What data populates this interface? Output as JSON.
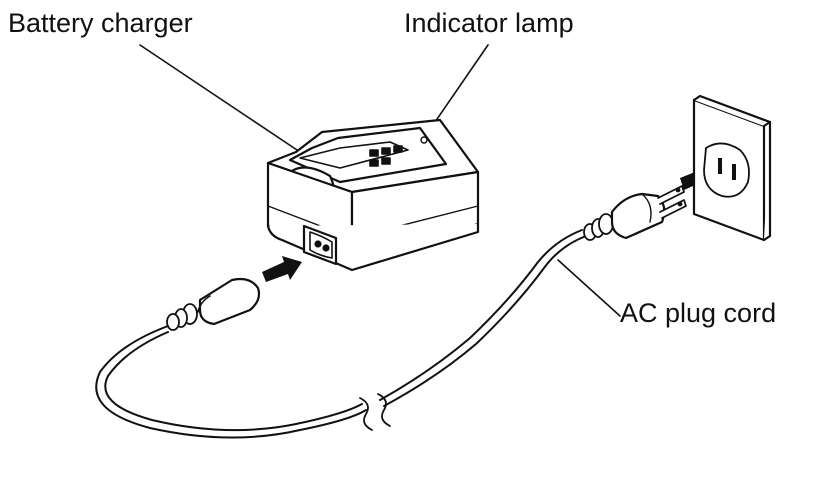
{
  "labels": {
    "battery_charger": "Battery charger",
    "indicator_lamp": "Indicator lamp",
    "ac_plug_cord": "AC plug cord"
  },
  "colors": {
    "line": "#111111",
    "background": "#ffffff",
    "arrow": "#111111"
  }
}
